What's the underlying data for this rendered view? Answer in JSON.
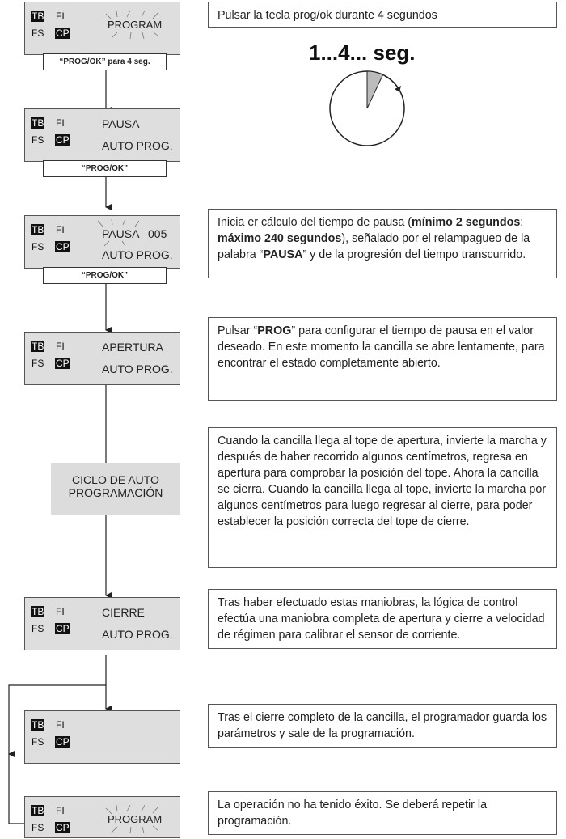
{
  "display": {
    "tb": "TB",
    "fi": "FI",
    "fs": "FS",
    "cp": "CP"
  },
  "steps": [
    {
      "label1": "PROGRAM",
      "label2": "",
      "button": "“PROG/OK” para 4 seg.",
      "description": "Pulsar la tecla prog/ok durante 4 segundos"
    },
    {
      "label1": "PAUSA",
      "label2": "AUTO PROG.",
      "button": "“PROG/OK”"
    },
    {
      "label1": "PAUSA",
      "label1_value": "005",
      "label2": "AUTO PROG.",
      "button": "“PROG/OK”",
      "desc_a": "Inicia er cálculo del tiempo de pausa (",
      "desc_b": "mínimo 2 segundos",
      "desc_c": ";",
      "desc_d": "máximo 240 segundos",
      "desc_e": "), señalado por el relampagueo de la palabra “",
      "desc_f": "PAUSA",
      "desc_g": "” y de la progresión del tiempo transcurrido."
    },
    {
      "label1": "APERTURA",
      "label2": "AUTO PROG.",
      "desc_a": "Pulsar “",
      "desc_b": "PROG",
      "desc_c": "” para configurar el tiempo de pausa en el valor deseado. En este momento la cancilla se abre lentamente, para encontrar el estado completamente abierto."
    },
    {
      "cycle": "CICLO DE AUTO PROGRAMACIÓN",
      "description": "Cuando la cancilla llega al tope de apertura, invierte la marcha y después de haber recorrido algunos centímetros, regresa en apertura para comprobar la posición del tope. Ahora la cancilla se cierra. Cuando la cancilla llega al tope, invierte la marcha por algunos centímetros para luego regresar al cierre, para poder establecer la posición correcta del tope de cierre."
    },
    {
      "label1": "CIERRE",
      "label2": "AUTO PROG.",
      "description": "Tras haber efectuado estas maniobras, la lógica de control efectúa una maniobra completa de apertura y cierre a velocidad de régimen para calibrar el sensor de corriente."
    },
    {
      "label1": "",
      "label2": "",
      "description": "Tras el cierre completo de la cancilla, el programador guarda los parámetros y sale de la programación."
    },
    {
      "label1": "PROGRAM",
      "label2": "",
      "description": "La operación no ha tenido éxito. Se deberá repetir la programación."
    }
  ],
  "timer": {
    "label": "1...4... seg.",
    "fraction": 0.07
  },
  "colors": {
    "panel": "#dedede",
    "highlight": "#111111",
    "timer_fill": "#bbbbbb"
  }
}
